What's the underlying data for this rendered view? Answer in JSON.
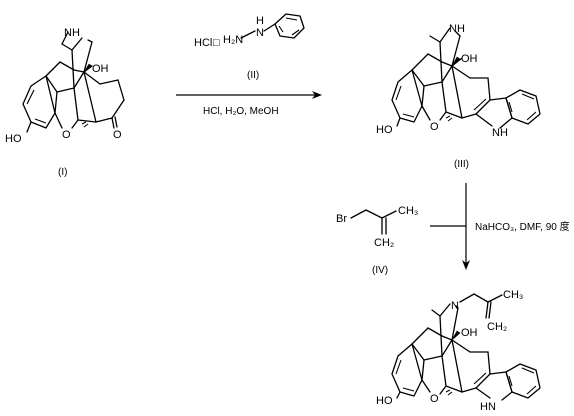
{
  "reagents": {
    "phenylhydrazine_salt": "HCl",
    "phenylhydrazine_dot": "□",
    "phenylhydrazine_n": "H₂N",
    "phenylhydrazine_nh": "H",
    "phenylhydrazine_nh_n": "N",
    "reagent_II_label": "(II)",
    "step1_conditions": "HCl, H₂O, MeOH",
    "alkyl_bromide_br": "Br",
    "alkyl_bromide_ch3": "CH₃",
    "alkyl_bromide_ch2": "CH₂",
    "reagent_IV_label": "(IV)",
    "step2_conditions": "NaHCO₃, DMF, 90 度"
  },
  "compounds": {
    "compound_I": {
      "label": "(I)",
      "atoms": {
        "nh": "NH",
        "oh_top": "OH",
        "ho": "HO",
        "o_ring": "O",
        "o_ketone": "O"
      }
    },
    "compound_III": {
      "label": "(III)",
      "atoms": {
        "nh": "NH",
        "oh_top": "OH",
        "ho": "HO",
        "o_ring": "O",
        "n_indole": "N",
        "h_indole": "H"
      }
    },
    "product": {
      "atoms": {
        "n": "N",
        "oh_top": "OH",
        "ho": "HO",
        "o_ring": "O",
        "n_indole": "N",
        "h_indole": "H",
        "ch3": "CH₃",
        "ch2": "CH₂"
      }
    }
  }
}
